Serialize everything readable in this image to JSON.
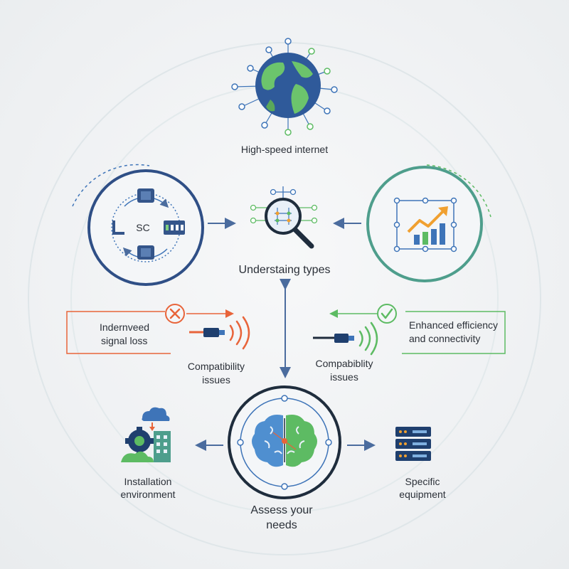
{
  "nodes": {
    "internet": {
      "label": "High-speed internet"
    },
    "connector": {
      "badge": "SC"
    },
    "understanding": {
      "label": "Understaing types"
    },
    "assess": {
      "line1": "Assess your",
      "line2": "needs"
    },
    "installation": {
      "line1": "Installation",
      "line2": "environment"
    },
    "equipment": {
      "line1": "Specific",
      "line2": "equipment"
    }
  },
  "left_branch": {
    "note_line1": "Indernveed",
    "note_line2": "signal loss",
    "caption_line1": "Compatibility",
    "caption_line2": "issues",
    "status_icon": "x-circle-icon",
    "accent": "#e8643a"
  },
  "right_branch": {
    "note_line1": "Enhanced efficiency",
    "note_line2": "and connectivity",
    "caption_line1": "Compabiblity",
    "caption_line2": "issues",
    "status_icon": "check-circle-icon",
    "accent": "#5dbb63"
  },
  "colors": {
    "navy": "#2f4f86",
    "blue": "#3e74b8",
    "teal": "#4e9e8c",
    "green": "#5dbb63",
    "orange": "#e8643a",
    "dark": "#1f2d3d",
    "arrow": "#4b6c9e"
  }
}
